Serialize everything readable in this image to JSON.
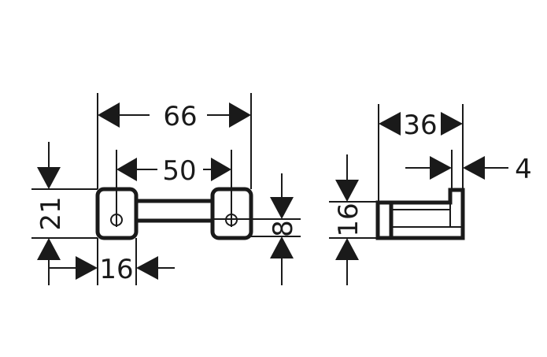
{
  "dimensions": {
    "front_width": "66",
    "hole_spacing": "50",
    "front_height": "21",
    "end_width": "16",
    "bar_height": "8",
    "side_width": "36",
    "side_thickness": "4",
    "side_height": "16"
  },
  "colors": {
    "ink": "#1a1a1a",
    "background": "#ffffff"
  }
}
